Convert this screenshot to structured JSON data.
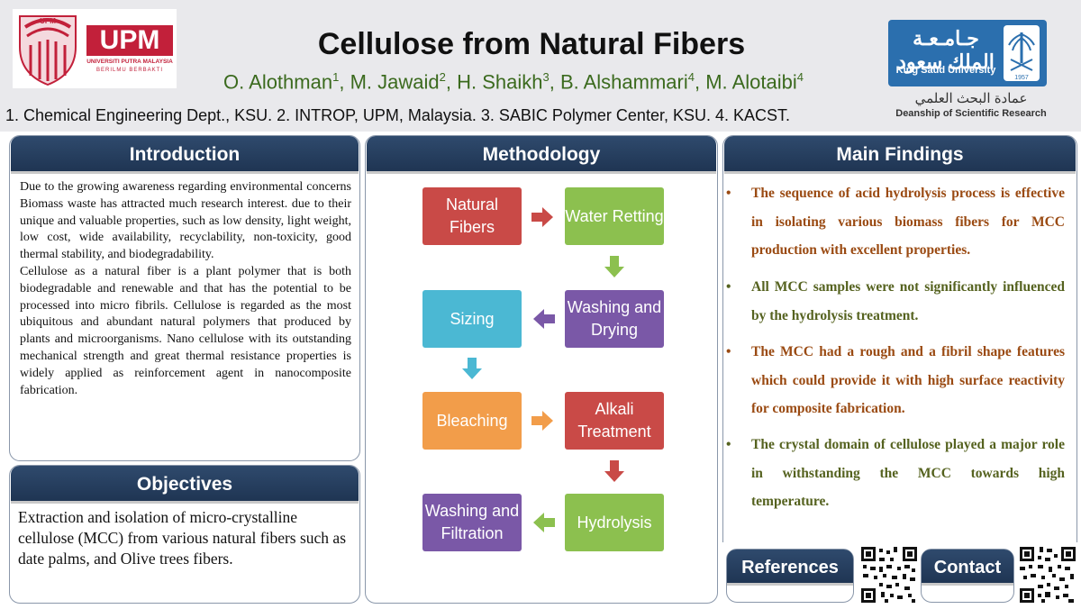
{
  "header": {
    "title": "Cellulose from Natural Fibers",
    "authors": [
      {
        "name": "O. Alothman",
        "sup": "1"
      },
      {
        "name": "M. Jawaid",
        "sup": "2"
      },
      {
        "name": "H. Shaikh",
        "sup": "3"
      },
      {
        "name": "B. Alshammari",
        "sup": "4"
      },
      {
        "name": "M. Alotaibi",
        "sup": "4"
      }
    ],
    "affiliations": "1. Chemical Engineering Dept., KSU. 2. INTROP, UPM, Malaysia. 3. SABIC Polymer Center, KSU. 4. KACST.",
    "upm_logo": {
      "wordmark": "UPM",
      "line1": "UNIVERSITI PUTRA MALAYSIA",
      "line2": "BERILMU BERBAKTI",
      "crest_text": "UPM"
    },
    "ksu_logo": {
      "arabic": "جـامـعـة الملك سعود",
      "english": "King Saud University",
      "year": "1957"
    },
    "deanship": {
      "arabic": "عمادة البحث العلمي",
      "english": "Deanship of Scientific Research"
    }
  },
  "introduction": {
    "heading": "Introduction",
    "para1": "Due to the growing awareness regarding environmental concerns Biomass waste has attracted much research interest. due to their unique and valuable properties, such as low density, light weight, low cost, wide availability, recyclability, non-toxicity, good thermal stability, and biodegradability.",
    "para2": "Cellulose as a natural fiber is a plant polymer that is both biodegradable and renewable and that has the potential to be processed into micro fibrils. Cellulose is regarded as the most ubiquitous and abundant natural polymers that produced by plants and microorganisms. Nano cellulose with its outstanding mechanical strength and great thermal resistance properties is widely applied as reinforcement agent in nanocomposite fabrication."
  },
  "objectives": {
    "heading": "Objectives",
    "text": "Extraction and isolation of micro-crystalline cellulose (MCC) from various natural fibers such as date palms, and Olive trees fibers."
  },
  "methodology": {
    "heading": "Methodology",
    "steps": {
      "natural_fibers": "Natural Fibers",
      "water_retting": "Water Retting",
      "washing_drying": "Washing and Drying",
      "sizing": "Sizing",
      "bleaching": "Bleaching",
      "alkali_treatment": "Alkali Treatment",
      "hydrolysis": "Hydrolysis",
      "washing_filtration": "Washing and Filtration"
    },
    "colors": {
      "red": "#c94a47",
      "green": "#8cc04f",
      "purple": "#7a58a7",
      "cyan": "#4bb8d3",
      "orange": "#f29d4a"
    }
  },
  "findings": {
    "heading": "Main Findings",
    "bullet": "•",
    "items": [
      "The sequence of acid hydrolysis process is effective in isolating various biomass fibers for MCC production with excellent properties.",
      "All MCC samples were not significantly influenced by the hydrolysis treatment.",
      "The MCC had a rough and a fibril shape features which could provide it with high surface reactivity for composite fabrication.",
      "The crystal domain of cellulose played a major role in withstanding the MCC towards high temperature."
    ],
    "colors": [
      "#9a4a12",
      "#55621f",
      "#9a4a12",
      "#55621f"
    ]
  },
  "references": {
    "heading": "References"
  },
  "contact": {
    "heading": "Contact"
  },
  "theme": {
    "header_blue": "#233b5c",
    "author_green": "#3b6a1e"
  }
}
